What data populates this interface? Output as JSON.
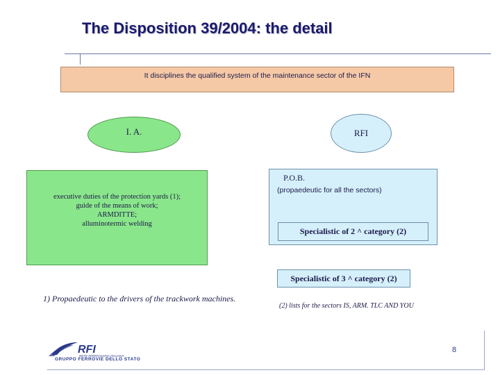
{
  "title": "The Disposition 39/2004: the detail",
  "banner_text": "It disciplines the qualified system of the maintenance sector of the IFN",
  "ellipses": {
    "ia": "I. A.",
    "rfi": "RFI"
  },
  "ia_duties": [
    "executive duties of the protection yards (1);",
    "guide of the means of work;",
    "ARMDITTE;",
    "alluminotermic welding"
  ],
  "rfi_box": {
    "label": "P.O.B.",
    "subtitle": "(propaedeutic for all the sectors)",
    "specialist_2": "Specialistic of 2 ^ category (2)"
  },
  "specialist_3": "Specialistic of 3 ^ category (2)",
  "footnote_1": "1) Propaedeutic to the drivers of the trackwork machines.",
  "footnote_2": "(2) lists for the sectors IS, ARM. TLC AND YOU",
  "logo": {
    "brand": "RFI",
    "tagline": "RETE FERROVIARIA ITALIANA",
    "group": "GRUPPO FERROVIE DELLO STATO"
  },
  "page_number": "8",
  "colors": {
    "title": "#1a1a6e",
    "banner_fill": "#f6c9a6",
    "ia_fill": "#8ae68a",
    "rfi_fill": "#d6f0fb",
    "logo": "#2a3a8a"
  }
}
